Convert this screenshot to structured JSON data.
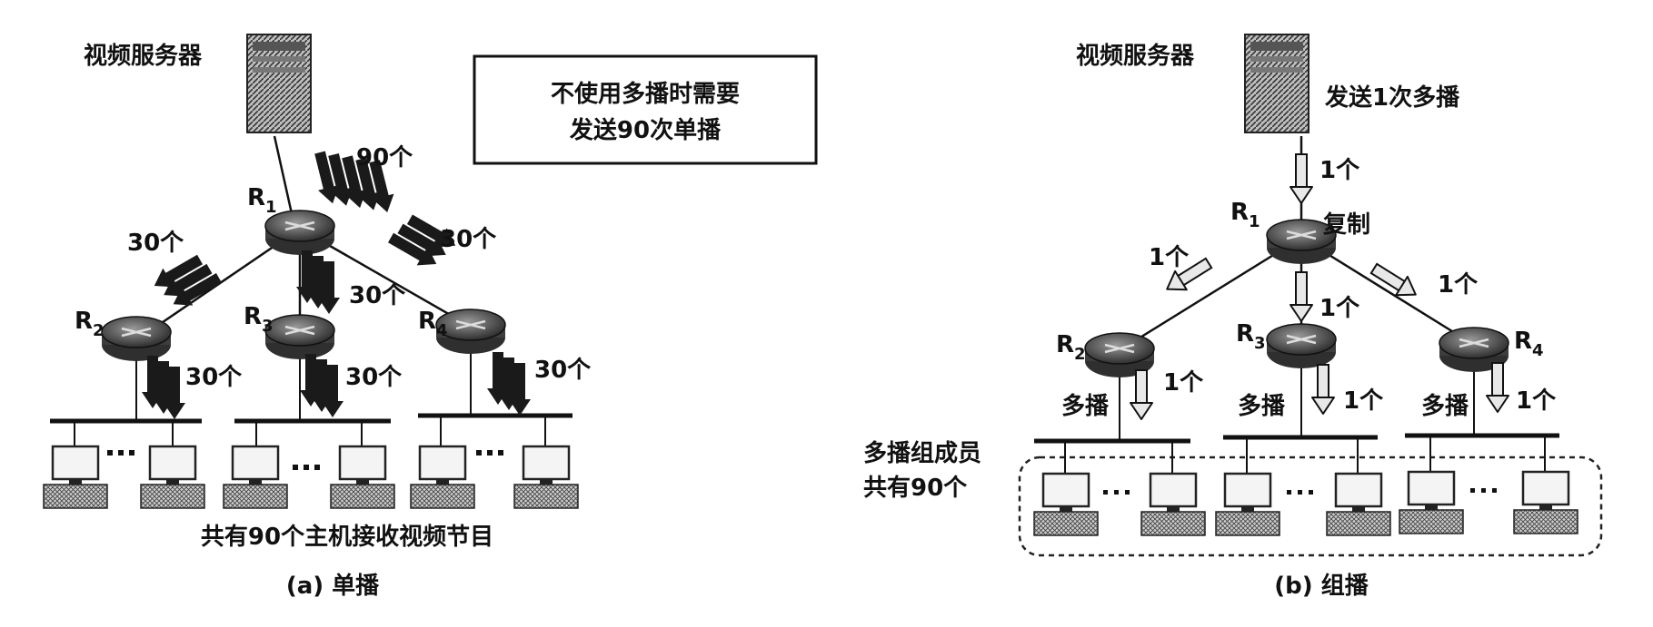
{
  "colors": {
    "ink": "#111111",
    "router_dark": "#3a3a3a",
    "router_light": "#8a8a8a",
    "arrow_dark": "#1a1a1a",
    "arrow_light": "#e8e8e8",
    "host_fill": "#d8d8d8"
  },
  "left": {
    "server_label": "视频服务器",
    "note_line1": "不使用多播时需要",
    "note_line2": "发送90次单播",
    "count_r1": "90个",
    "count_left": "30个",
    "count_right": "30个",
    "count_r3": "30个",
    "count_lan2": "30个",
    "count_lan3": "30个",
    "count_lan4": "30个",
    "router_r1": "R",
    "router_r2": "R",
    "router_r3": "R",
    "router_r4": "R",
    "sub_1": "1",
    "sub_2": "2",
    "sub_3": "3",
    "sub_4": "4",
    "hosts_caption": "共有90个主机接收视频节目",
    "caption": "(a) 单播"
  },
  "right": {
    "server_label": "视频服务器",
    "send_label": "发送1次多播",
    "count_server": "1个",
    "copy_label": "复制",
    "count_left": "1个",
    "count_right": "1个",
    "count_r3": "1个",
    "count_lan2": "1个",
    "count_lan3": "1个",
    "count_lan4": "1个",
    "multicast_2": "多播",
    "multicast_3": "多播",
    "multicast_4": "多播",
    "members_line1": "多播组成员",
    "members_line2": "共有90个",
    "router_r1": "R",
    "router_r2": "R",
    "router_r3": "R",
    "router_r4": "R",
    "sub_1": "1",
    "sub_2": "2",
    "sub_3": "3",
    "sub_4": "4",
    "caption": "(b) 组播"
  }
}
